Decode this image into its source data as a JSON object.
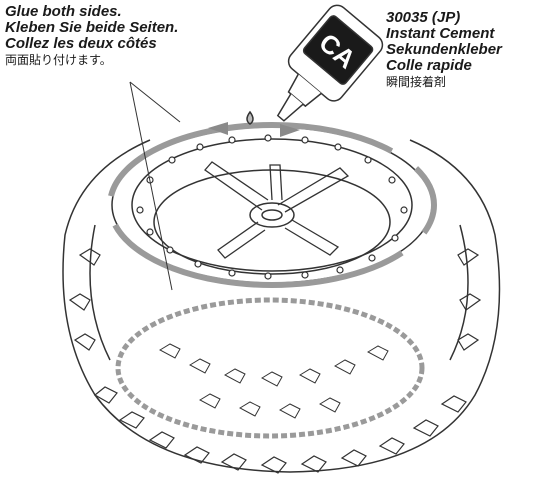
{
  "instructions": {
    "line1": "Glue both sides.",
    "line2": "Kleben Sie beide Seiten.",
    "line3": "Collez les deux côtés",
    "line4": "両面貼り付けます。"
  },
  "product": {
    "line1": "30035 (JP)",
    "line2": "Instant Cement",
    "line3": "Sekundenkleber",
    "line4": "Colle rapide",
    "line5": "瞬間接着剤"
  },
  "bottle": {
    "label": "CA"
  },
  "colors": {
    "line": "#333333",
    "glue": "#9a9a9a",
    "text": "#1a1a1a"
  }
}
